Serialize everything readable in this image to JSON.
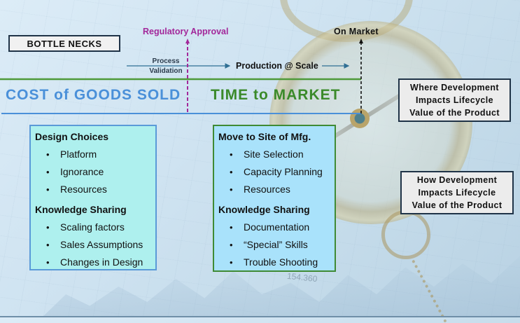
{
  "colors": {
    "cogs_blue": "#4a90d9",
    "ttm_green": "#3a8a2a",
    "regulatory_magenta": "#a3289a",
    "arrow_blue": "#2f6f94",
    "box_border_navy": "#1f3347",
    "left_panel_fill": "#aef0ee",
    "right_panel_fill": "#a9e2fb"
  },
  "header": {
    "bottlenecks": "BOTTLE NECKS",
    "regulatory_approval": "Regulatory Approval",
    "on_market": "On Market",
    "process_validation": [
      "Process",
      "Validation"
    ],
    "production_at_scale": "Production @ Scale"
  },
  "bands": {
    "cost_of_goods_sold": "COST of GOODS SOLD",
    "time_to_market": "TIME to MARKET"
  },
  "callouts": {
    "where": [
      "Where Development",
      "Impacts Lifecycle",
      "Value of the Product"
    ],
    "how": [
      "How Development",
      "Impacts Lifecycle",
      "Value of the Product"
    ]
  },
  "left_panel": {
    "sections": [
      {
        "title": "Design Choices",
        "items": [
          "Platform",
          "Ignorance",
          "Resources"
        ]
      },
      {
        "title": "Knowledge Sharing",
        "items": [
          "Scaling factors",
          "Sales Assumptions",
          "Changes in Design"
        ]
      }
    ]
  },
  "right_panel": {
    "sections": [
      {
        "title": "Move to Site of Mfg.",
        "items": [
          "Site Selection",
          "Capacity Planning",
          "Resources"
        ]
      },
      {
        "title": "Knowledge Sharing",
        "items": [
          "Documentation",
          "“Special” Skills",
          "Trouble Shooting"
        ]
      }
    ]
  },
  "background": {
    "chart_number": "154.360"
  },
  "bullet_glyph": "•"
}
